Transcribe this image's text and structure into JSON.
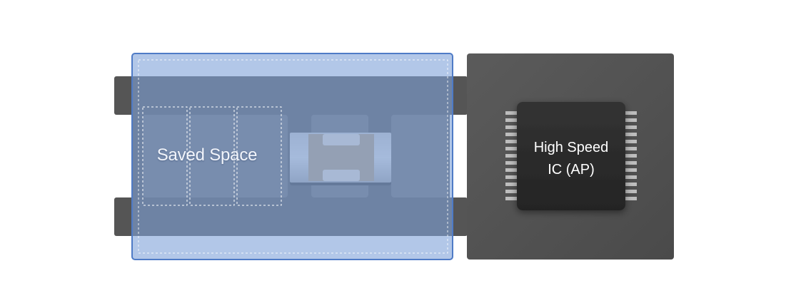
{
  "diagram": {
    "saved_space_label": "Saved Space",
    "ic_label_line1": "High Speed",
    "ic_label_line2": "IC (AP)"
  },
  "colors": {
    "board": "#565656",
    "overlay": "#7fa2d8",
    "overlay_border": "#4f7bc6",
    "ic_body": "#2b2b2b",
    "capacitor_body": "#b5a487"
  }
}
